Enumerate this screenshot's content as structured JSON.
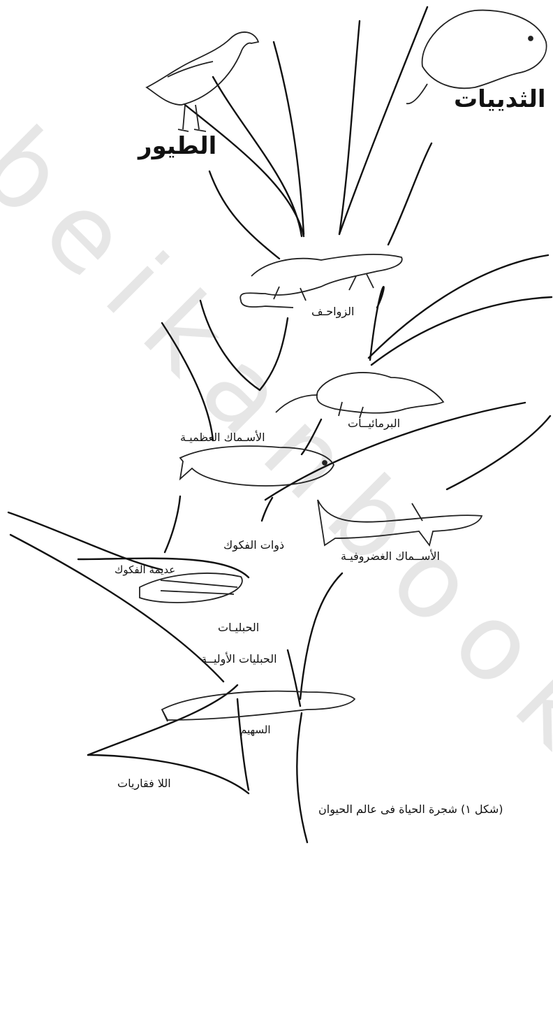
{
  "watermark": "beikanbook.com",
  "groups": {
    "mammals": "الثدييات",
    "birds": "الطيور",
    "reptiles": "الزواحـف",
    "amphibians": "البرمائيــات",
    "bony_fish": "الأسـماك العظميـة",
    "jawed": "ذوات الفكوك",
    "cartilaginous_fish": "الأســماك الغضروفيـة",
    "jawless": "عديمة الفكوك",
    "chordates": "الحبليـات",
    "protochordates": "الحبليات الأوليــة",
    "amphioxus": "السهيم",
    "invertebrates": "اللا فقاريات"
  },
  "caption": "(شكل ١) شجرة الحياة فى عالم الحيوان"
}
